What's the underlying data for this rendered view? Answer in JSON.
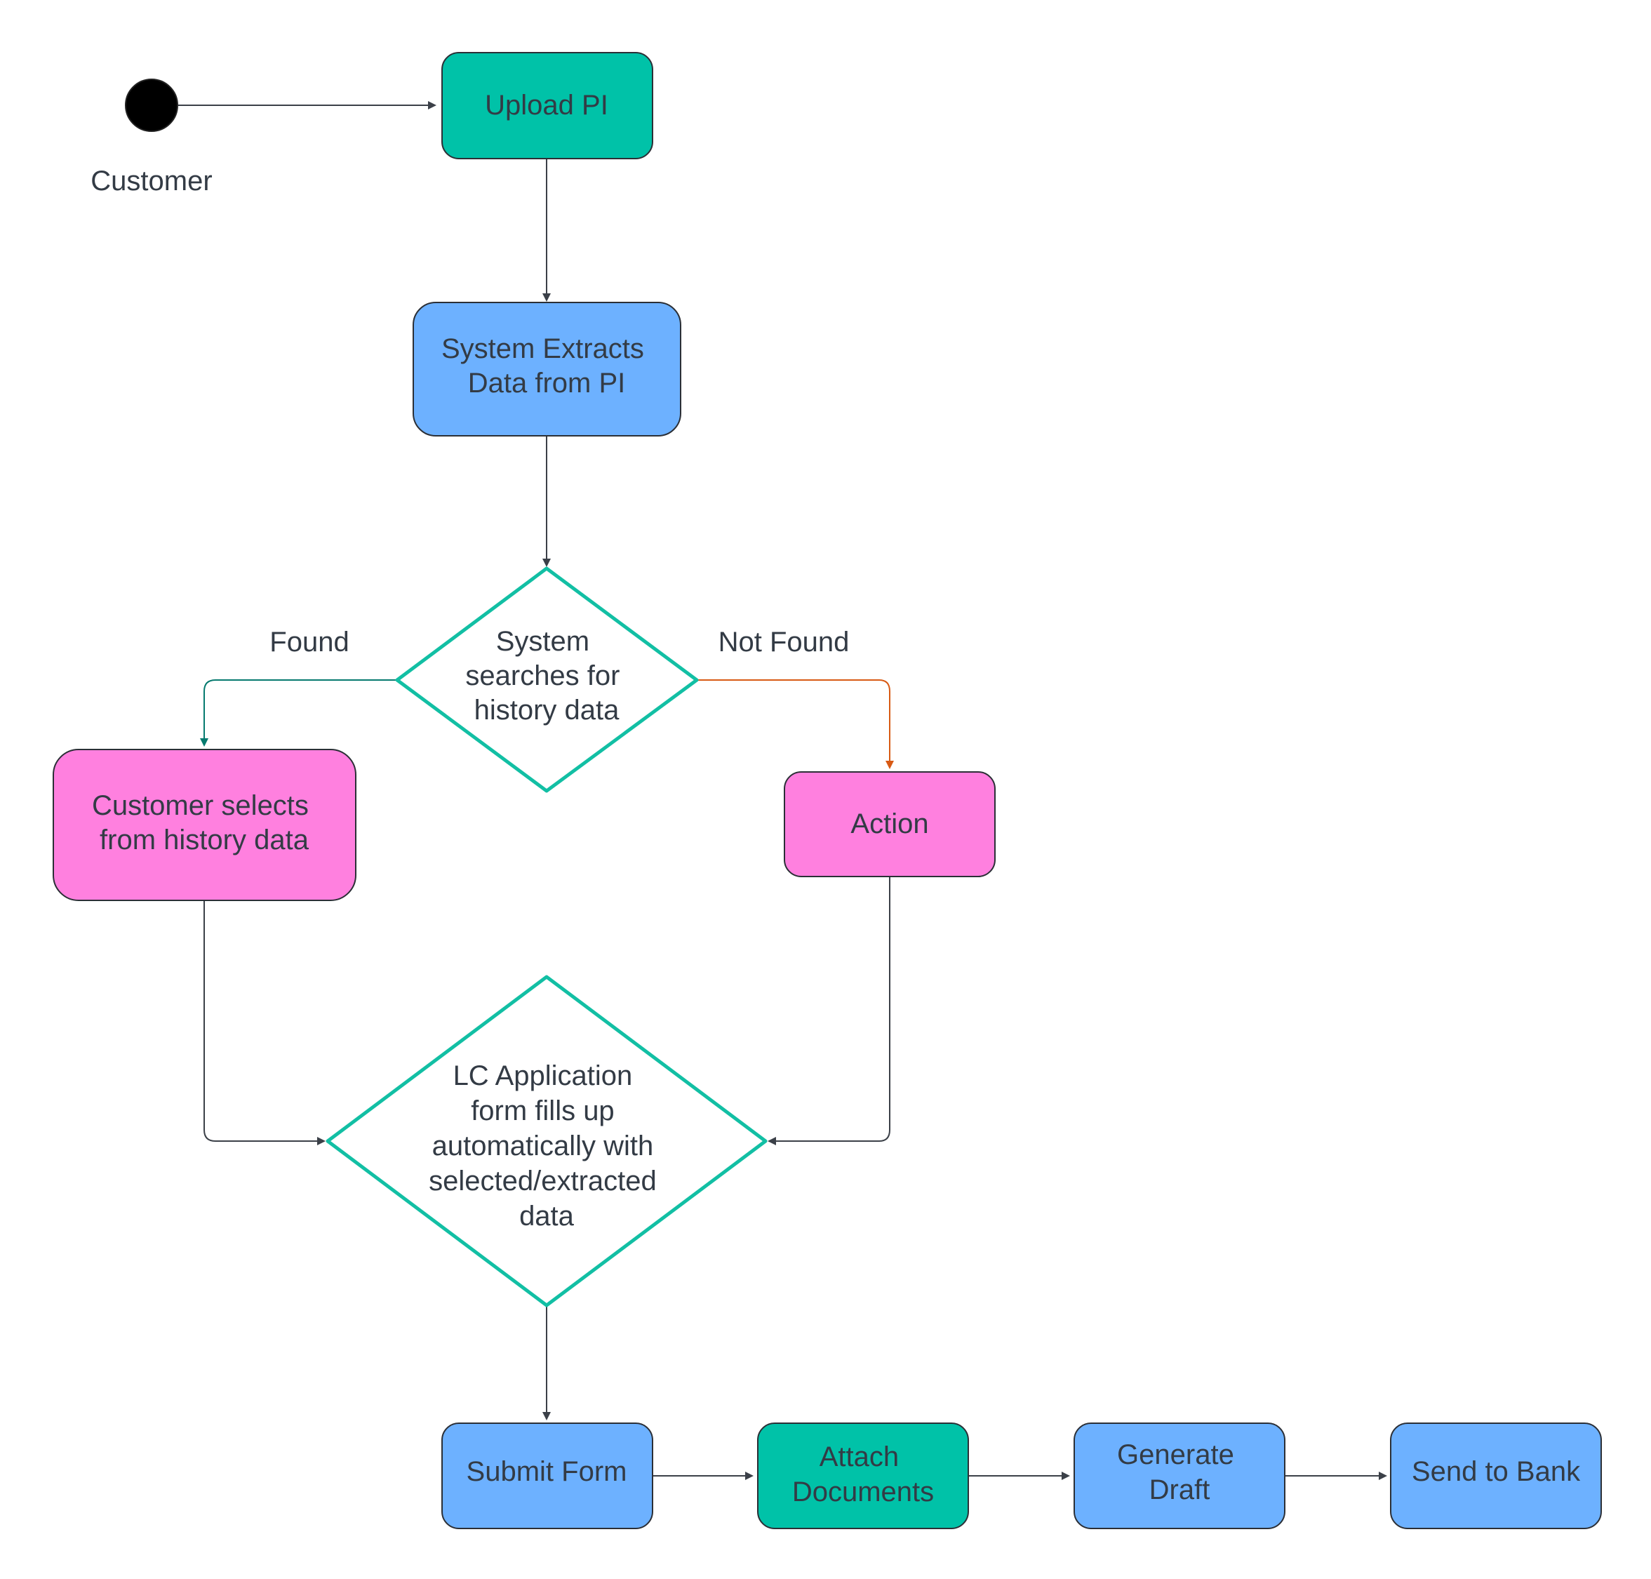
{
  "colors": {
    "teal_fill": "#00c2a8",
    "blue_fill": "#6db1ff",
    "pink_fill": "#ff80df",
    "diamond_stroke": "#12bfa4",
    "found_edge": "#067a6f",
    "not_found_edge": "#d85a14",
    "edge": "#3b4048",
    "text": "#333b45"
  },
  "start": {
    "label": "Customer"
  },
  "nodes": {
    "upload_pi": "Upload PI",
    "extract": [
      "System Extracts",
      "Data from PI"
    ],
    "search": [
      "System",
      "searches for",
      "history data"
    ],
    "select_history": [
      "Customer selects",
      "from history data"
    ],
    "action": "Action",
    "autofill": [
      "LC Application",
      "form fills up",
      "automatically with",
      "selected/extracted",
      "data"
    ],
    "submit": "Submit Form",
    "attach": [
      "Attach",
      "Documents"
    ],
    "draft": [
      "Generate",
      "Draft"
    ],
    "send": "Send to Bank"
  },
  "edges": {
    "found": "Found",
    "not_found": "Not Found"
  }
}
